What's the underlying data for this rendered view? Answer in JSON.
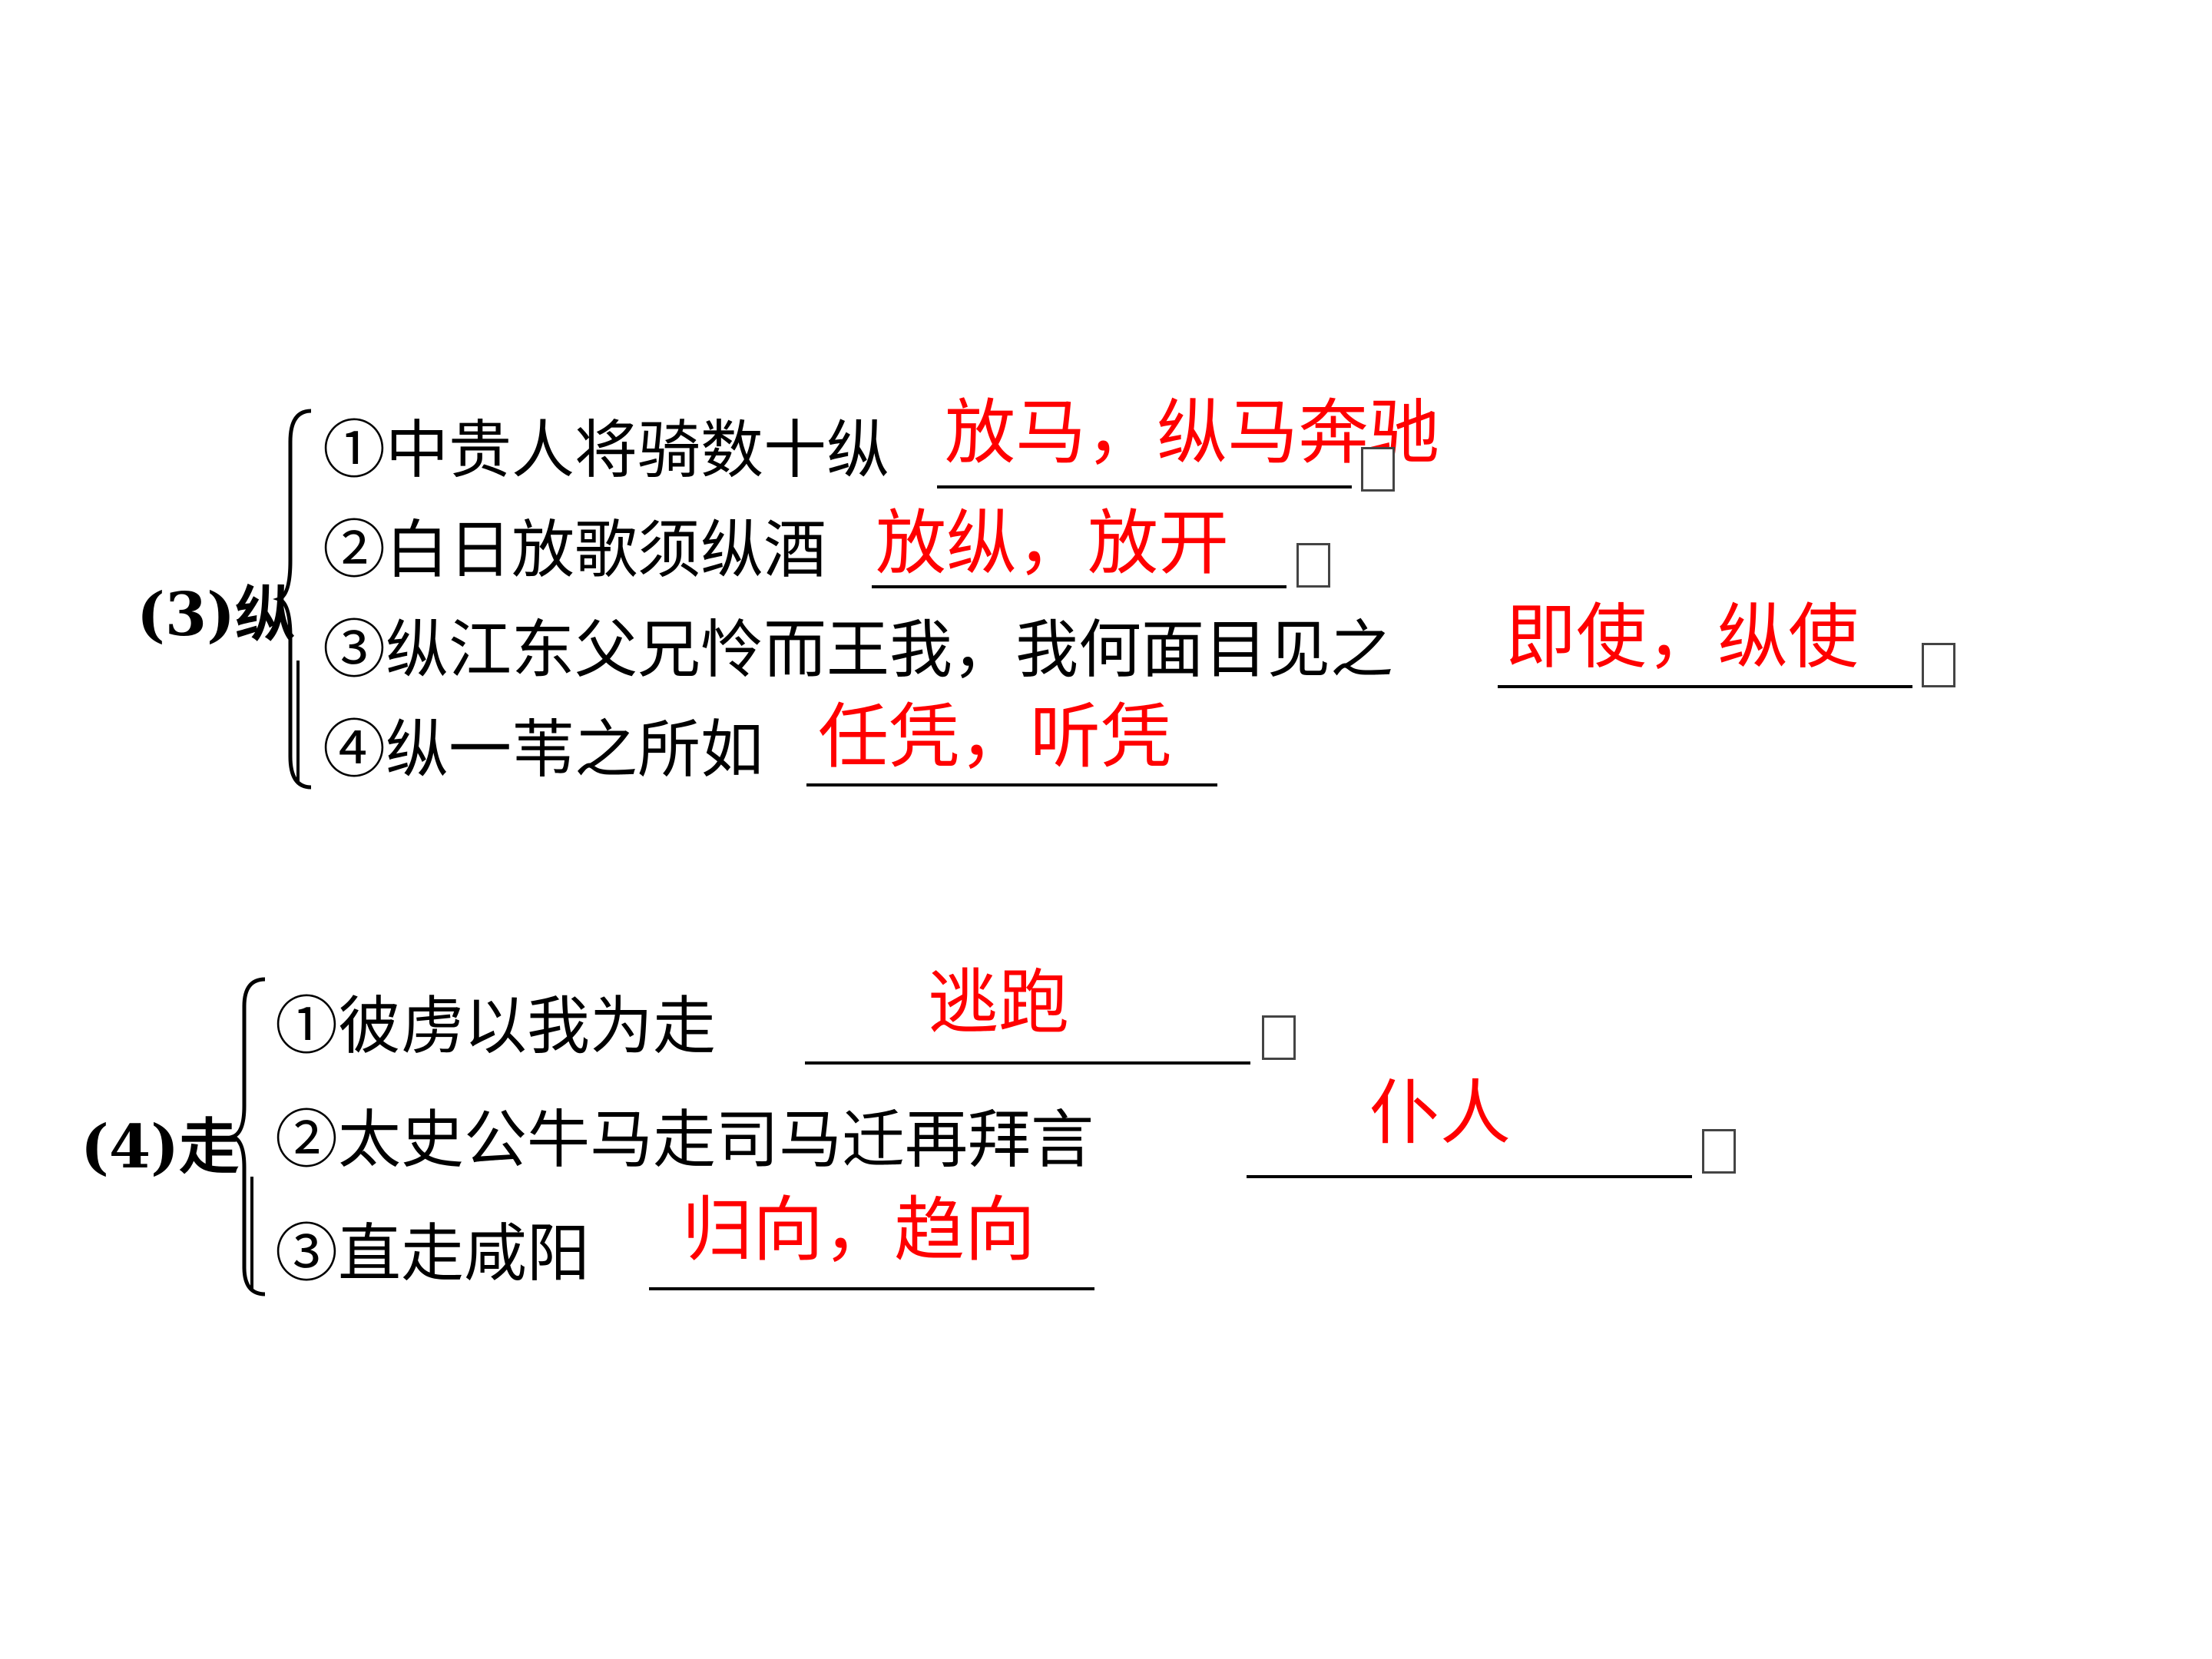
{
  "answer_color": "#ff0000",
  "groups": [
    {
      "label": "(3)纵",
      "items": [
        {
          "sentence": "①中贵人将骑数十纵",
          "answer": "放马，纵马奔驰"
        },
        {
          "sentence": "②白日放歌须纵酒",
          "answer": "放纵，放开"
        },
        {
          "sentence": "③纵江东父兄怜而王我，我何面目见之",
          "answer": "即使，纵使"
        },
        {
          "sentence": "④纵一苇之所如",
          "answer": "任凭，听凭"
        }
      ]
    },
    {
      "label": "(4)走",
      "items": [
        {
          "sentence": "①彼虏以我为走",
          "answer": "逃跑"
        },
        {
          "sentence": "②太史公牛马走司马迁再拜言",
          "answer": "仆人"
        },
        {
          "sentence": "③直走咸阳",
          "answer": "归向，趋向"
        }
      ]
    }
  ]
}
